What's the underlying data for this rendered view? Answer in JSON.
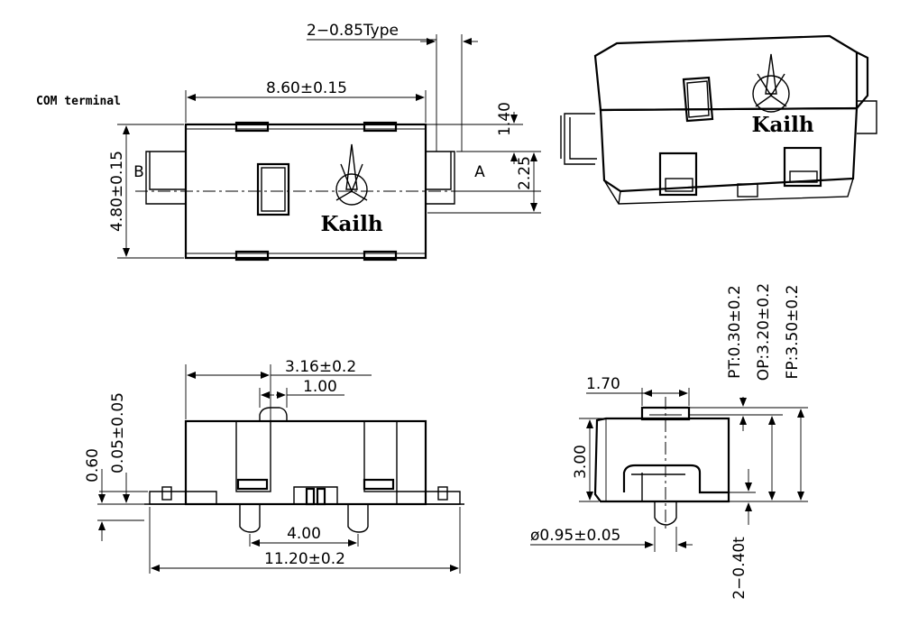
{
  "top_view": {
    "com_label": "COM terminal",
    "dim_length": "8.60±0.15",
    "dim_type": "2−0.85Type",
    "dim_height": "4.80±0.15",
    "dim_140": "1.40",
    "dim_225": "2.25",
    "terminal_b": "B",
    "terminal_a": "A",
    "brand": "Kailh"
  },
  "iso_view": {
    "brand": "Kailh"
  },
  "front_view": {
    "dim_316": "3.16±0.2",
    "dim_100": "1.00",
    "dim_060": "0.60",
    "dim_005": "0.05±0.05",
    "dim_400": "4.00",
    "dim_1120": "11.20±0.2"
  },
  "side_view": {
    "dim_170": "1.70",
    "dim_300": "3.00",
    "dim_pt": "PT:0.30±0.2",
    "dim_op": "OP:3.20±0.2",
    "dim_fp": "FP:3.50±0.2",
    "dim_dia": "ø0.95±0.05",
    "dim_040": "2−0.40t"
  }
}
